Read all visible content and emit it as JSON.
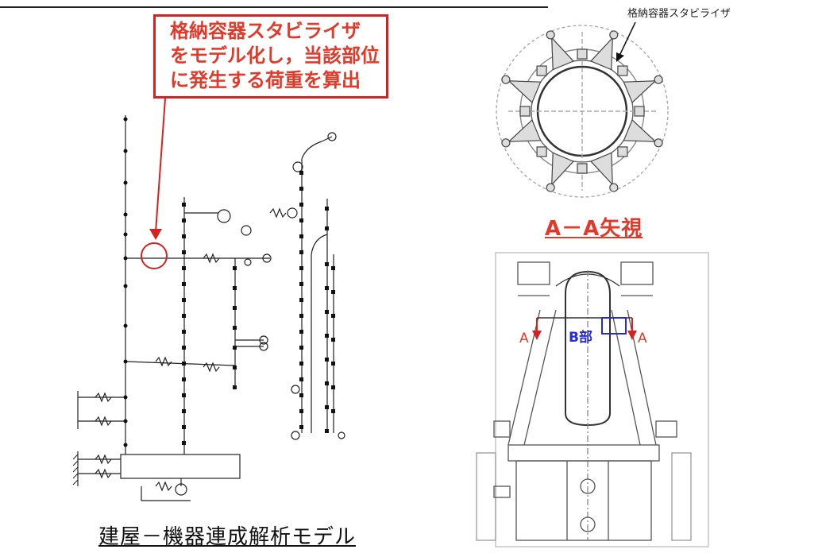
{
  "callout": {
    "lines": [
      "格納容器スタビライザ",
      "をモデル化し，当該部位",
      "に発生する荷重を算出"
    ]
  },
  "top_view": {
    "label": "格納容器スタビライザ",
    "title": "A－A矢視"
  },
  "section_view": {
    "b_label": "B部",
    "arrow_left": "A",
    "arrow_right": "A"
  },
  "model": {
    "title": "建屋－機器連成解析モデル"
  },
  "colors": {
    "accent_red": "#e23a2a",
    "accent_blue": "#2a2ad0"
  }
}
